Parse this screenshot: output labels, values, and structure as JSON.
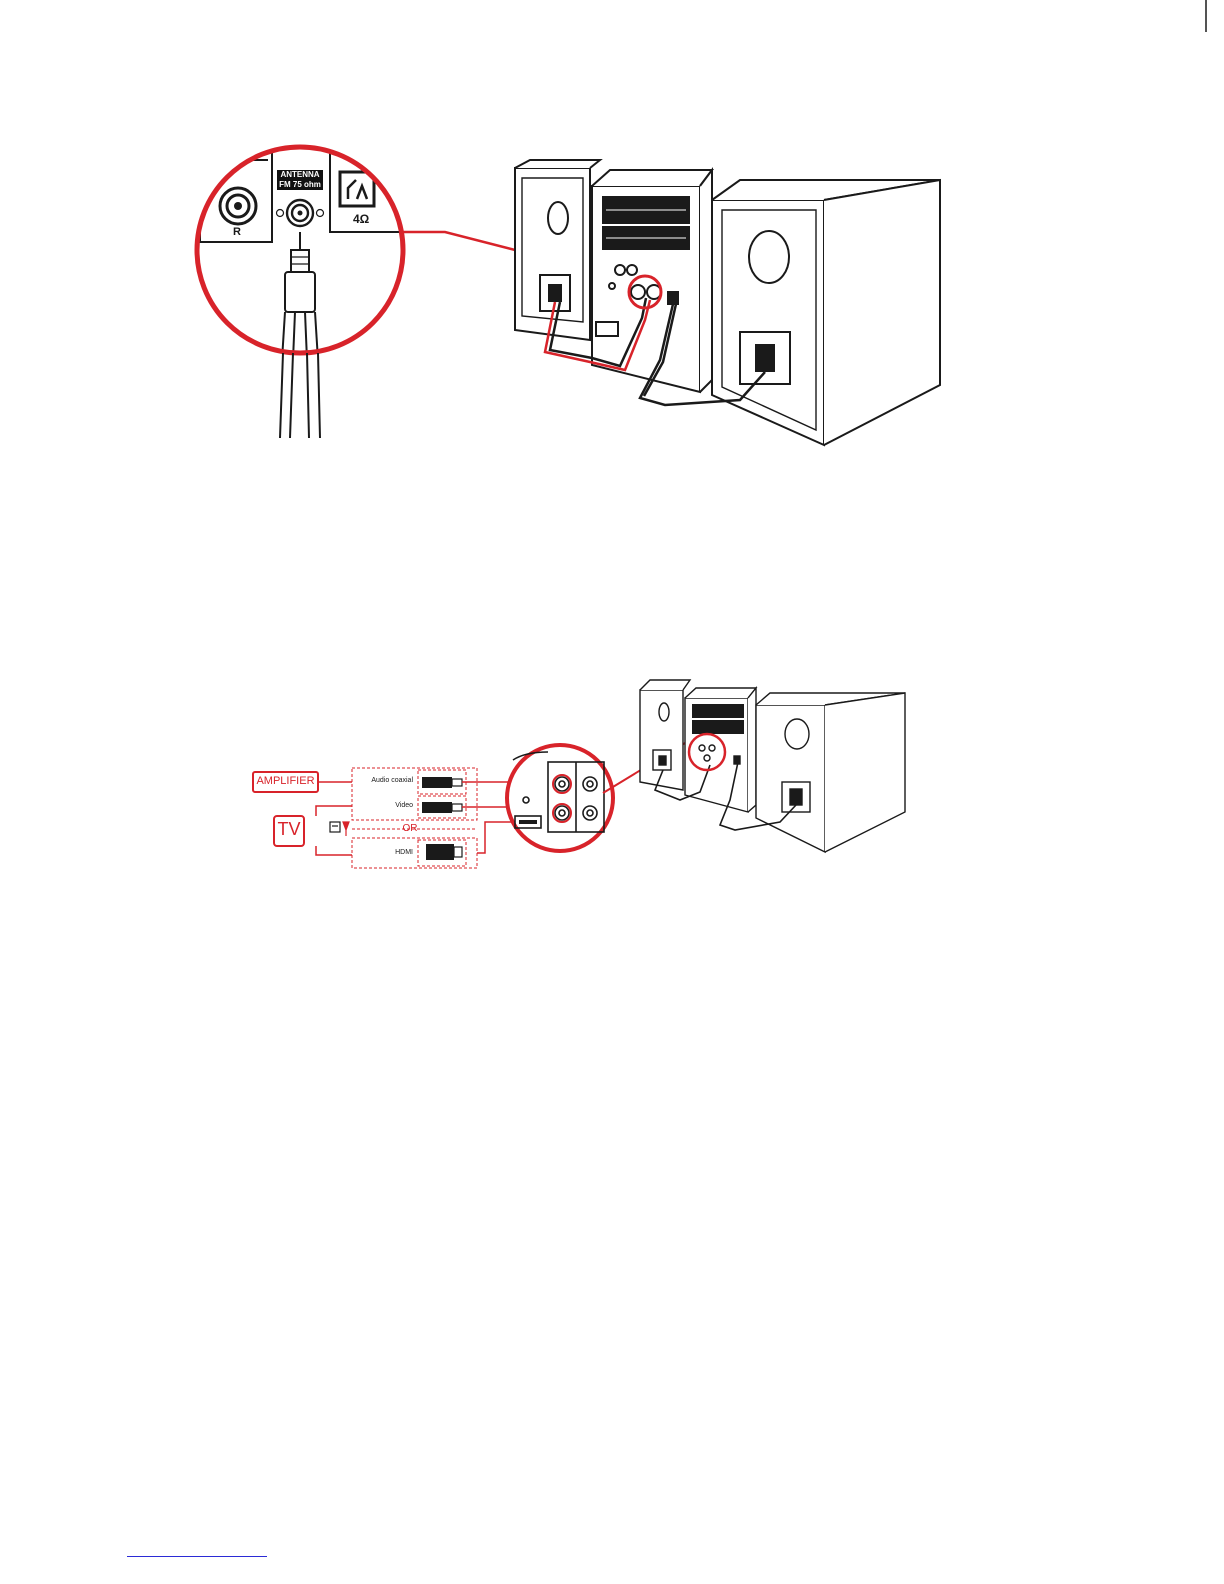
{
  "figure1": {
    "antenna_label_line1": "ANTENNA",
    "antenna_label_line2": "FM 75 ohm",
    "speaker_terminal_label": "4Ω",
    "channel_label": "R"
  },
  "figure2": {
    "amplifier_label": "AMPLIFIER",
    "tv_label": "TV",
    "cable_audio_coaxial": "Audio coaxial",
    "cable_video": "Video",
    "or_label": "OR",
    "cable_hdmi": "HDMI"
  },
  "colors": {
    "accent_red": "#d8232a",
    "line_black": "#1a1a1a",
    "footer_rule": "#2b2bd6"
  }
}
